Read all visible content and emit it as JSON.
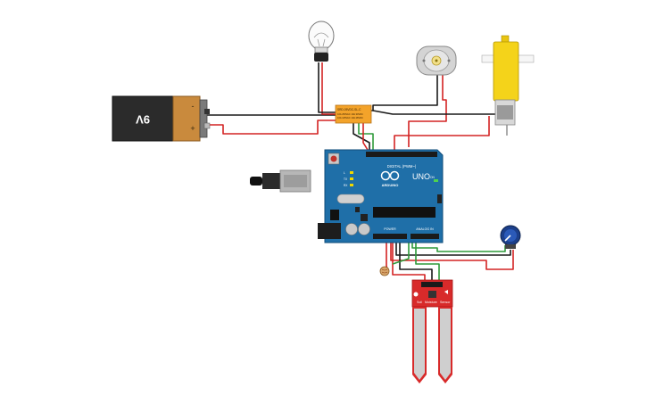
{
  "battery": {
    "label": "9V",
    "plus": "+",
    "minus": "-"
  },
  "relay": {
    "line1": "SRD-05VDC-SL-C",
    "line2": "10A 250VAC 10A 30VDC",
    "line3": "10A 125VAC 10A 28VDC"
  },
  "arduino": {
    "brand": "ARDUINO",
    "model": "UNO",
    "digital_label": "DIGITAL (PWM~)",
    "power_label": "POWER",
    "analog_label": "ANALOG IN",
    "led_l": "L",
    "led_tx": "TX",
    "led_rx": "RX",
    "led_on": "ON"
  },
  "sensor": {
    "left": "Soil",
    "mid": "Moisture",
    "right": "Sensor"
  },
  "colors": {
    "wire_red": "#d42323",
    "wire_black": "#1a1a1a",
    "wire_green": "#2e9a3a",
    "arduino_blue": "#1f6fa8",
    "sensor_red": "#d82a2a",
    "relay_orange": "#f3a32a",
    "motor_yellow": "#f4d31a"
  },
  "icons": {
    "bulb": "light-bulb-icon",
    "battery": "battery-icon",
    "dc_motor": "dc-motor-icon",
    "gear_motor": "gear-motor-icon",
    "potentiometer": "potentiometer-icon",
    "photoresistor": "photoresistor-icon",
    "usb": "usb-cable-icon"
  }
}
